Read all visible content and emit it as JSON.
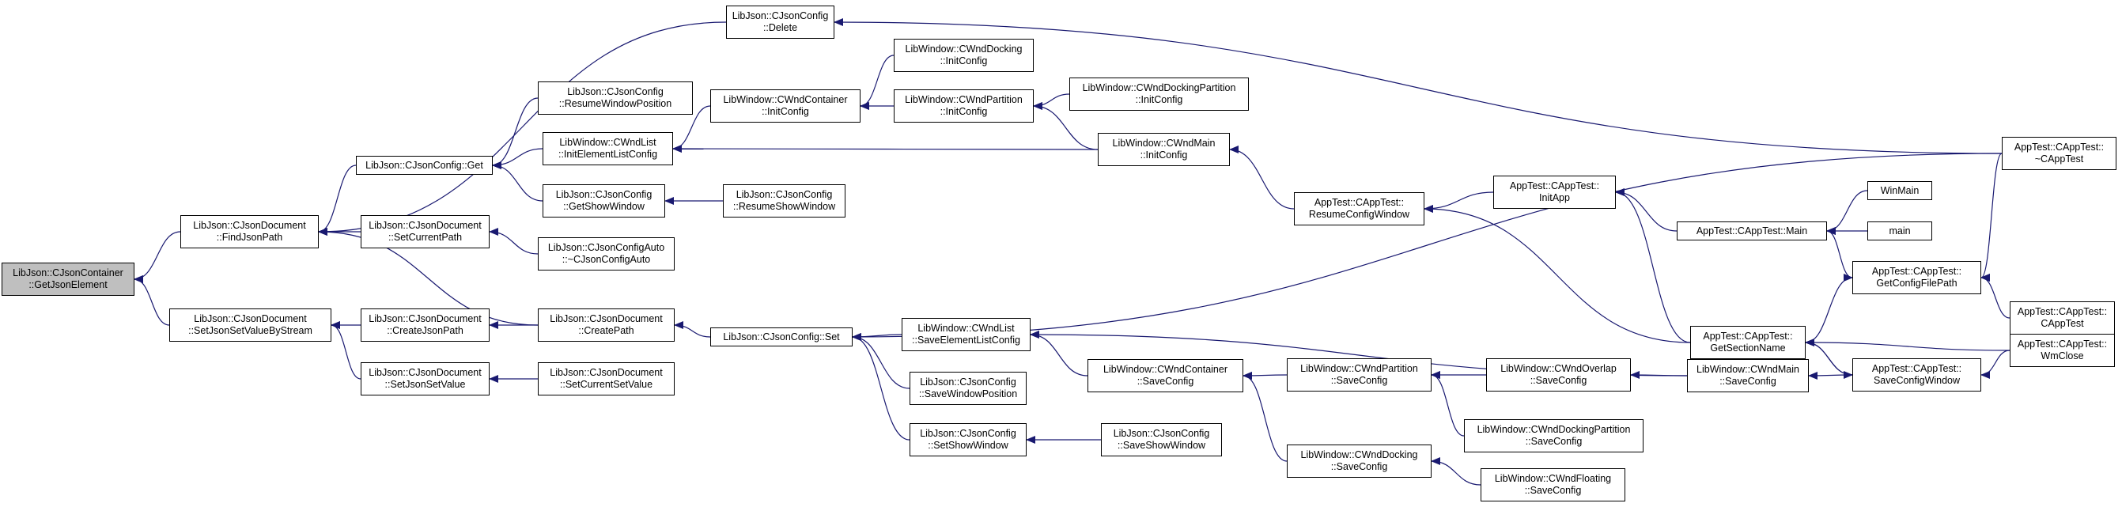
{
  "colors": {
    "edge": "#191970",
    "node_border": "#000000",
    "root_fill": "#bfbfbf",
    "node_fill": "#ffffff"
  },
  "nodes": {
    "n_root": {
      "l1": "LibJson::CJsonContainer",
      "l2": "::GetJsonElement"
    },
    "n_find": {
      "l1": "LibJson::CJsonDocument",
      "l2": "::FindJsonPath"
    },
    "n_setjsv": {
      "l1": "LibJson::CJsonDocument",
      "l2": "::SetJsonSetValueByStream"
    },
    "n_delete": {
      "l1": "LibJson::CJsonConfig",
      "l2": "::Delete"
    },
    "n_get": {
      "l1": "LibJson::CJsonConfig::Get",
      "l2": ""
    },
    "n_setcp": {
      "l1": "LibJson::CJsonDocument",
      "l2": "::SetCurrentPath"
    },
    "n_crjp": {
      "l1": "LibJson::CJsonDocument",
      "l2": "::CreateJsonPath"
    },
    "n_sjsv": {
      "l1": "LibJson::CJsonDocument",
      "l2": "::SetJsonSetValue"
    },
    "n_rwp": {
      "l1": "LibJson::CJsonConfig",
      "l2": "::ResumeWindowPosition"
    },
    "n_iel": {
      "l1": "LibWindow::CWndList",
      "l2": "::InitElementListConfig"
    },
    "n_gsw": {
      "l1": "LibJson::CJsonConfig",
      "l2": "::GetShowWindow"
    },
    "n_cjca": {
      "l1": "LibJson::CJsonConfigAuto",
      "l2": "::~CJsonConfigAuto"
    },
    "n_cp": {
      "l1": "LibJson::CJsonDocument",
      "l2": "::CreatePath"
    },
    "n_scsv": {
      "l1": "LibJson::CJsonDocument",
      "l2": "::SetCurrentSetValue"
    },
    "n_wci": {
      "l1": "LibWindow::CWndContainer",
      "l2": "::InitConfig"
    },
    "n_rsw": {
      "l1": "LibJson::CJsonConfig",
      "l2": "::ResumeShowWindow"
    },
    "n_set": {
      "l1": "LibJson::CJsonConfig::Set",
      "l2": ""
    },
    "n_wdi": {
      "l1": "LibWindow::CWndDocking",
      "l2": "::InitConfig"
    },
    "n_wpi": {
      "l1": "LibWindow::CWndPartition",
      "l2": "::InitConfig"
    },
    "n_wdpi": {
      "l1": "LibWindow::CWndDockingPartition",
      "l2": "::InitConfig"
    },
    "n_wmi": {
      "l1": "LibWindow::CWndMain",
      "l2": "::InitConfig"
    },
    "n_sel": {
      "l1": "LibWindow::CWndList",
      "l2": "::SaveElementListConfig"
    },
    "n_swp": {
      "l1": "LibJson::CJsonConfig",
      "l2": "::SaveWindowPosition"
    },
    "n_ssw": {
      "l1": "LibJson::CJsonConfig",
      "l2": "::SetShowWindow"
    },
    "n_wcs": {
      "l1": "LibWindow::CWndContainer",
      "l2": "::SaveConfig"
    },
    "n_ssw2": {
      "l1": "LibJson::CJsonConfig",
      "l2": "::SaveShowWindow"
    },
    "n_rcw": {
      "l1": "AppTest::CAppTest::",
      "l2": "ResumeConfigWindow"
    },
    "n_wps": {
      "l1": "LibWindow::CWndPartition",
      "l2": "::SaveConfig"
    },
    "n_wds": {
      "l1": "LibWindow::CWndDocking",
      "l2": "::SaveConfig"
    },
    "n_init": {
      "l1": "AppTest::CAppTest::",
      "l2": "InitApp"
    },
    "n_wos": {
      "l1": "LibWindow::CWndOverlap",
      "l2": "::SaveConfig"
    },
    "n_wdps": {
      "l1": "LibWindow::CWndDockingPartition",
      "l2": "::SaveConfig"
    },
    "n_wfs": {
      "l1": "LibWindow::CWndFloating",
      "l2": "::SaveConfig"
    },
    "n_main": {
      "l1": "AppTest::CAppTest::Main",
      "l2": ""
    },
    "n_gsn": {
      "l1": "AppTest::CAppTest::",
      "l2": "GetSectionName"
    },
    "n_wms": {
      "l1": "LibWindow::CWndMain",
      "l2": "::SaveConfig"
    },
    "n_winmain": {
      "l1": "WinMain",
      "l2": ""
    },
    "n_mainf": {
      "l1": "main",
      "l2": ""
    },
    "n_gcfp": {
      "l1": "AppTest::CAppTest::",
      "l2": "GetConfigFilePath"
    },
    "n_scw": {
      "l1": "AppTest::CAppTest::",
      "l2": "SaveConfigWindow"
    },
    "n_dtor": {
      "l1": "AppTest::CAppTest::",
      "l2": "~CAppTest"
    },
    "n_ctor": {
      "l1": "AppTest::CAppTest::",
      "l2": "CAppTest"
    },
    "n_wmc": {
      "l1": "AppTest::CAppTest::",
      "l2": "WmClose"
    }
  }
}
